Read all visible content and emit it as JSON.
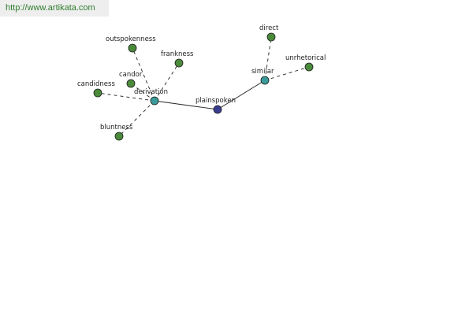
{
  "site": {
    "url_text": "http://www.artikata.com"
  },
  "colors": {
    "center": "#3a3d8f",
    "hub": "#3b9b9b",
    "leaf": "#4a8a3a",
    "edge": "#222222",
    "link": "#2f7d2f"
  },
  "graph": {
    "nodes": [
      {
        "id": "plainspoken",
        "label": "plainspoken",
        "kind": "center"
      },
      {
        "id": "derivation",
        "label": "derivation",
        "kind": "hub"
      },
      {
        "id": "similar",
        "label": "similar",
        "kind": "hub"
      },
      {
        "id": "outspokenness",
        "label": "outspokenness",
        "kind": "leaf"
      },
      {
        "id": "frankness",
        "label": "frankness",
        "kind": "leaf"
      },
      {
        "id": "candor",
        "label": "candor",
        "kind": "leaf"
      },
      {
        "id": "candidness",
        "label": "candidness",
        "kind": "leaf"
      },
      {
        "id": "bluntness",
        "label": "bluntness",
        "kind": "leaf"
      },
      {
        "id": "direct",
        "label": "direct",
        "kind": "leaf"
      },
      {
        "id": "unrhetorical",
        "label": "unrhetorical",
        "kind": "leaf"
      }
    ],
    "edges": [
      {
        "from": "plainspoken",
        "to": "derivation",
        "style": "solid"
      },
      {
        "from": "plainspoken",
        "to": "similar",
        "style": "solid"
      },
      {
        "from": "derivation",
        "to": "outspokenness",
        "style": "dashed"
      },
      {
        "from": "derivation",
        "to": "frankness",
        "style": "dashed"
      },
      {
        "from": "derivation",
        "to": "candor",
        "style": "dashed"
      },
      {
        "from": "derivation",
        "to": "candidness",
        "style": "dashed"
      },
      {
        "from": "derivation",
        "to": "bluntness",
        "style": "dashed"
      },
      {
        "from": "similar",
        "to": "direct",
        "style": "dashed"
      },
      {
        "from": "similar",
        "to": "unrhetorical",
        "style": "dashed"
      }
    ]
  }
}
